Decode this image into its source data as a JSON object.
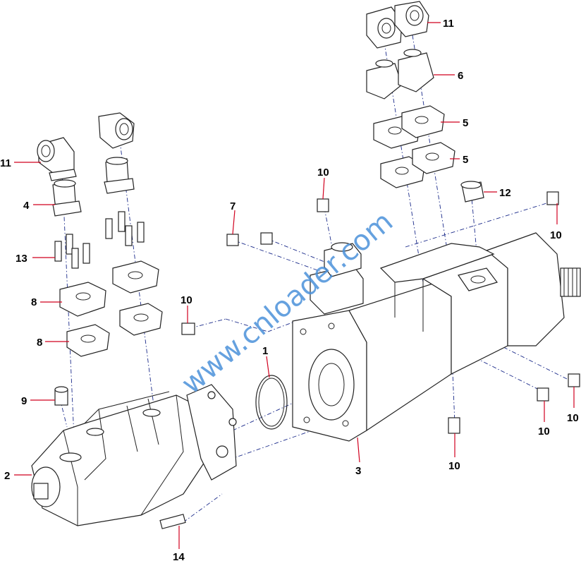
{
  "watermark": "www.cnloader.com",
  "callouts": [
    {
      "id": "c1",
      "text": "1"
    },
    {
      "id": "c2",
      "text": "2"
    },
    {
      "id": "c3",
      "text": "3"
    },
    {
      "id": "c4",
      "text": "4"
    },
    {
      "id": "c5a",
      "text": "5"
    },
    {
      "id": "c5b",
      "text": "5"
    },
    {
      "id": "c6",
      "text": "6"
    },
    {
      "id": "c7",
      "text": "7"
    },
    {
      "id": "c8a",
      "text": "8"
    },
    {
      "id": "c8b",
      "text": "8"
    },
    {
      "id": "c9",
      "text": "9"
    },
    {
      "id": "c10a",
      "text": "10"
    },
    {
      "id": "c10b",
      "text": "10"
    },
    {
      "id": "c10c",
      "text": "10"
    },
    {
      "id": "c10d",
      "text": "10"
    },
    {
      "id": "c10e",
      "text": "10"
    },
    {
      "id": "c10f",
      "text": "10"
    },
    {
      "id": "c11a",
      "text": "11"
    },
    {
      "id": "c11b",
      "text": "11"
    },
    {
      "id": "c12",
      "text": "12"
    },
    {
      "id": "c13",
      "text": "13"
    },
    {
      "id": "c14",
      "text": "14"
    }
  ],
  "colors": {
    "leader": "#d1001f",
    "centerline": "#1a2a8a",
    "watermark": "#4a90d9"
  }
}
